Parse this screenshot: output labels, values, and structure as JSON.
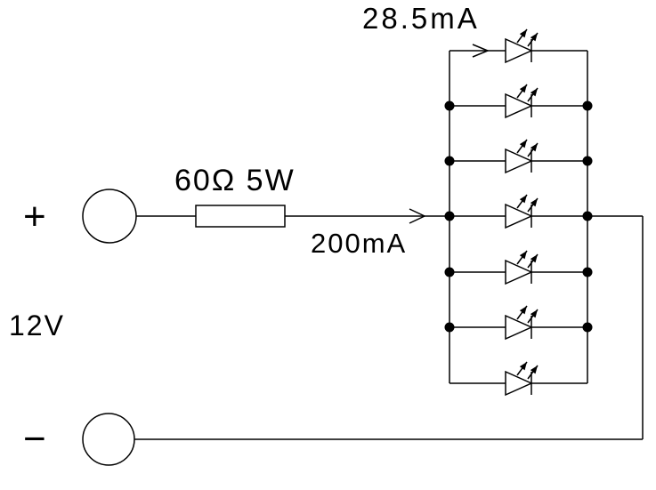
{
  "diagram": {
    "source": {
      "plus_label": "+",
      "minus_label": "−",
      "voltage": "12V"
    },
    "resistor_label": "60Ω 5W",
    "main_current_label": "200mA",
    "branch_current_label": "28.5mA",
    "led_count": 7
  },
  "colors": {
    "line": "#000000",
    "background": "#ffffff",
    "text": "#000000"
  }
}
